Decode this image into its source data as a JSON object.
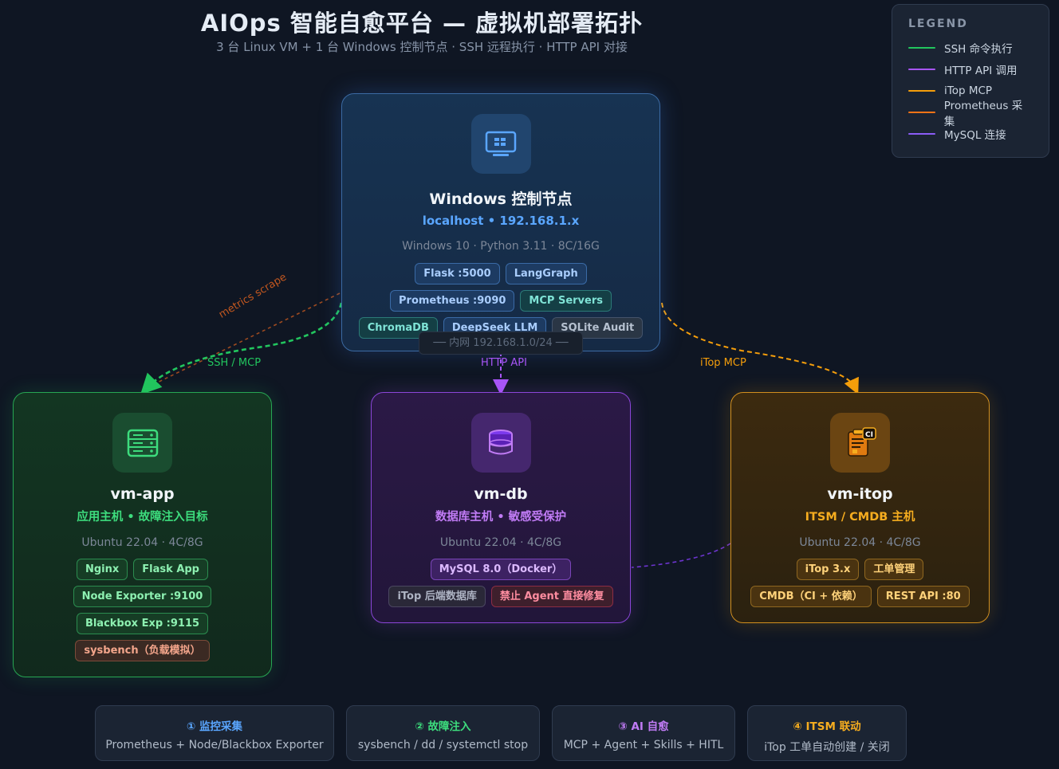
{
  "header": {
    "title": "AIOps 智能自愈平台 — 虚拟机部署拓扑",
    "subtitle": "3 台 Linux VM + 1 台 Windows 控制节点 · SSH 远程执行 · HTTP API 对接"
  },
  "legend": {
    "title": "LEGEND",
    "items": [
      {
        "label": "SSH 命令执行",
        "color": "#22c55e"
      },
      {
        "label": "HTTP API 调用",
        "color": "#a855f7"
      },
      {
        "label": "iTop MCP",
        "color": "#f59e0b"
      },
      {
        "label": "Prometheus 采集",
        "color": "#f97316"
      },
      {
        "label": "MySQL 连接",
        "color": "#8b5cf6"
      }
    ]
  },
  "control_node": {
    "name": "Windows 控制节点",
    "host": "localhost • 192.168.1.x",
    "os": "Windows 10 · Python 3.11 · 8C/16G",
    "tags": [
      "Flask :5000",
      "LangGraph",
      "Prometheus :9090",
      "MCP Servers",
      "ChromaDB",
      "DeepSeek LLM",
      "SQLite Audit"
    ]
  },
  "network": {
    "label": "── 内网 192.168.1.0/24 ──"
  },
  "vm_app": {
    "name": "vm-app",
    "role": "应用主机 • 故障注入目标",
    "os": "Ubuntu 22.04 · 4C/8G",
    "tags": [
      "Nginx",
      "Flask App",
      "Node Exporter :9100",
      "Blackbox Exp :9115",
      "sysbench（负载模拟）"
    ]
  },
  "vm_db": {
    "name": "vm-db",
    "role": "数据库主机 • 敏感受保护",
    "os": "Ubuntu 22.04 · 4C/8G",
    "tags": [
      "MySQL 8.0（Docker）",
      "iTop 后端数据库",
      "禁止 Agent 直接修复"
    ]
  },
  "vm_itop": {
    "name": "vm-itop",
    "role": "ITSM / CMDB 主机",
    "os": "Ubuntu 22.04 · 4C/8G",
    "tags": [
      "iTop 3.x",
      "工单管理",
      "CMDB（CI + 依赖）",
      "REST API :80"
    ],
    "badge": "CI"
  },
  "connections": {
    "metrics": "metrics scrape",
    "ssh": "SSH / MCP",
    "http": "HTTP API",
    "itop": "iTop MCP"
  },
  "steps": [
    {
      "title": "① 监控采集",
      "desc": "Prometheus + Node/Blackbox Exporter",
      "color": "#5aa6ff"
    },
    {
      "title": "② 故障注入",
      "desc": "sysbench / dd / systemctl stop",
      "color": "#3ddc7d"
    },
    {
      "title": "③ AI 自愈",
      "desc": "MCP + Agent + Skills + HITL",
      "color": "#c07bf5"
    },
    {
      "title": "④ ITSM 联动",
      "desc": "iTop 工单自动创建 / 关闭",
      "color": "#f6ad1f"
    }
  ]
}
